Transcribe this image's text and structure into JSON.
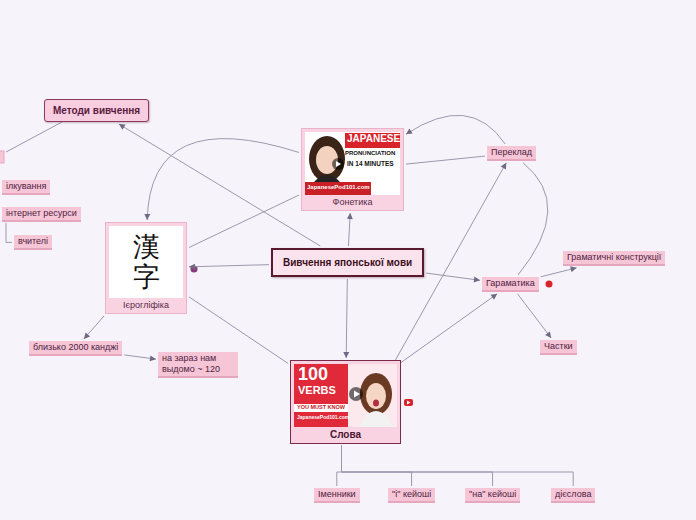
{
  "diagram": {
    "nodes": [
      {
        "text": [
          "Методи вивчення"
        ]
      },
      {
        "text": [
          "Фонетика"
        ]
      },
      {
        "text": [
          "Переклад"
        ]
      },
      {
        "text": [
          "ілкування"
        ]
      },
      {
        "text": [
          "інтернет ресурси"
        ]
      },
      {
        "text": [
          "вчителі"
        ]
      },
      {
        "text": [
          "漢字",
          "Ієрогліфіка"
        ]
      },
      {
        "text": [
          "Вивчення японської мови"
        ]
      },
      {
        "text": [
          "Граматичні конструкції"
        ]
      },
      {
        "text": [
          "Гараматика"
        ]
      },
      {
        "text": [
          "Частки"
        ]
      },
      {
        "text": [
          "близько 2000 канджі"
        ]
      },
      {
        "text": [
          "на зараз нам выдомо ~ 120"
        ]
      },
      {
        "text": [
          "Слова"
        ]
      },
      {
        "text": [
          "Іменники"
        ]
      },
      {
        "text": [
          "\"і\" кейоші"
        ]
      },
      {
        "text": [
          "\"на\" кейоші"
        ]
      },
      {
        "text": [
          "дієслова"
        ]
      }
    ],
    "edges": [
      {
        "from": 7,
        "to": 0,
        "arrow": "to"
      },
      {
        "from": 7,
        "to": 1,
        "arrow": "to"
      },
      {
        "from": 7,
        "to": 6,
        "arrow": "to"
      },
      {
        "from": 7,
        "to": 9,
        "arrow": "to"
      },
      {
        "from": 7,
        "to": 13,
        "arrow": "to"
      },
      {
        "from": 6,
        "to": 11,
        "arrow": "to"
      },
      {
        "from": 11,
        "to": 12,
        "arrow": "to"
      },
      {
        "from": 9,
        "to": 8,
        "arrow": "to"
      },
      {
        "from": 9,
        "to": 10,
        "arrow": "to"
      },
      {
        "from": 13,
        "to": 14,
        "arrow": "none"
      },
      {
        "from": 13,
        "to": 15,
        "arrow": "none"
      },
      {
        "from": 13,
        "to": 16,
        "arrow": "none"
      },
      {
        "from": 13,
        "to": 17,
        "arrow": "none"
      },
      {
        "from": 1,
        "to": 6,
        "arrow": "to"
      },
      {
        "from": 6,
        "to": 1,
        "arrow": "none"
      },
      {
        "from": 1,
        "to": 2,
        "arrow": "none"
      },
      {
        "from": 2,
        "to": 1,
        "arrow": "to"
      },
      {
        "from": 13,
        "to": 2,
        "arrow": "to"
      },
      {
        "from": 13,
        "to": 9,
        "arrow": "to"
      },
      {
        "from": 9,
        "to": 2,
        "arrow": "none"
      },
      {
        "from": 6,
        "to": 13,
        "arrow": "none"
      },
      {
        "from": 4,
        "to": 5,
        "arrow": "none"
      }
    ],
    "labels": [
      "JAPANESE",
      "PRONUNCIATION",
      "IN 14 MINUTES",
      "JapanesePod101.com",
      "100",
      "VERBS",
      "YOU MUST KNOW",
      "JapanesePod101.com"
    ]
  }
}
